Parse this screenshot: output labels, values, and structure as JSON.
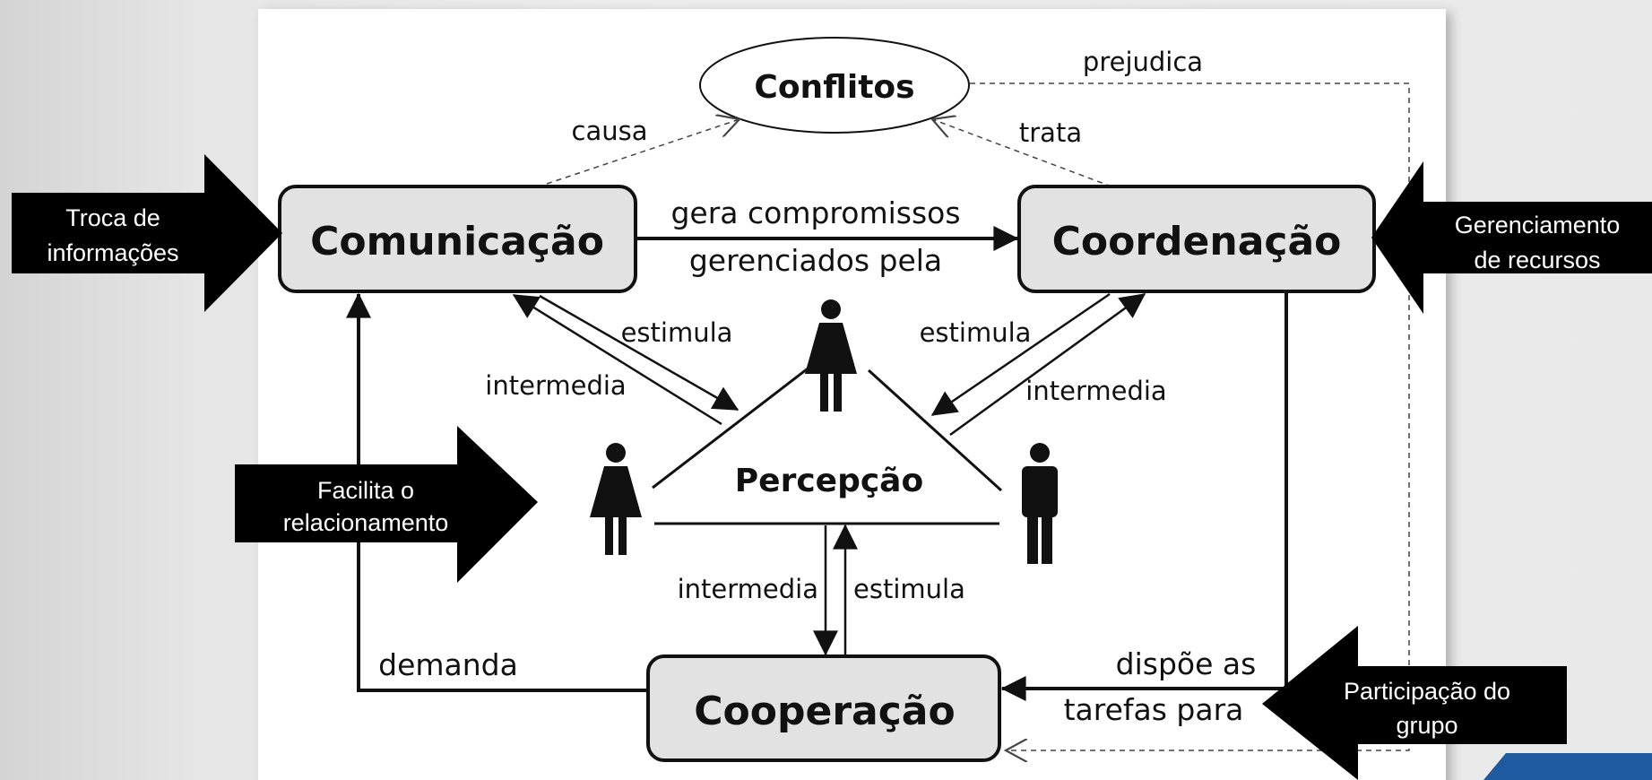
{
  "nodes": {
    "conflitos": "Conflitos",
    "comunicacao": "Comunicação",
    "coordenacao": "Coordenação",
    "cooperacao": "Cooperação",
    "percepcao": "Percepção"
  },
  "edges": {
    "causa": "causa",
    "trata": "trata",
    "prejudica": "prejudica",
    "gera_1": "gera compromissos",
    "gera_2": "gerenciados pela",
    "estimula_left": "estimula",
    "intermedia_left": "intermedia",
    "estimula_right": "estimula",
    "intermedia_right": "intermedia",
    "intermedia_bottom": "intermedia",
    "estimula_bottom": "estimula",
    "demanda": "demanda",
    "dispoe_1": "dispõe as",
    "dispoe_2": "tarefas para"
  },
  "callouts": {
    "troca": [
      "Troca de",
      "informações"
    ],
    "gerenciamento": [
      "Gerenciamento",
      "de recursos"
    ],
    "facilita": [
      "Facilita o",
      "relacionamento"
    ],
    "participacao": [
      "Participação do",
      "grupo"
    ]
  },
  "colors": {
    "box_fill": "#e2e2e2",
    "stroke": "#111111",
    "callout": "#000000",
    "corner_accent": "#1e5aa0"
  }
}
